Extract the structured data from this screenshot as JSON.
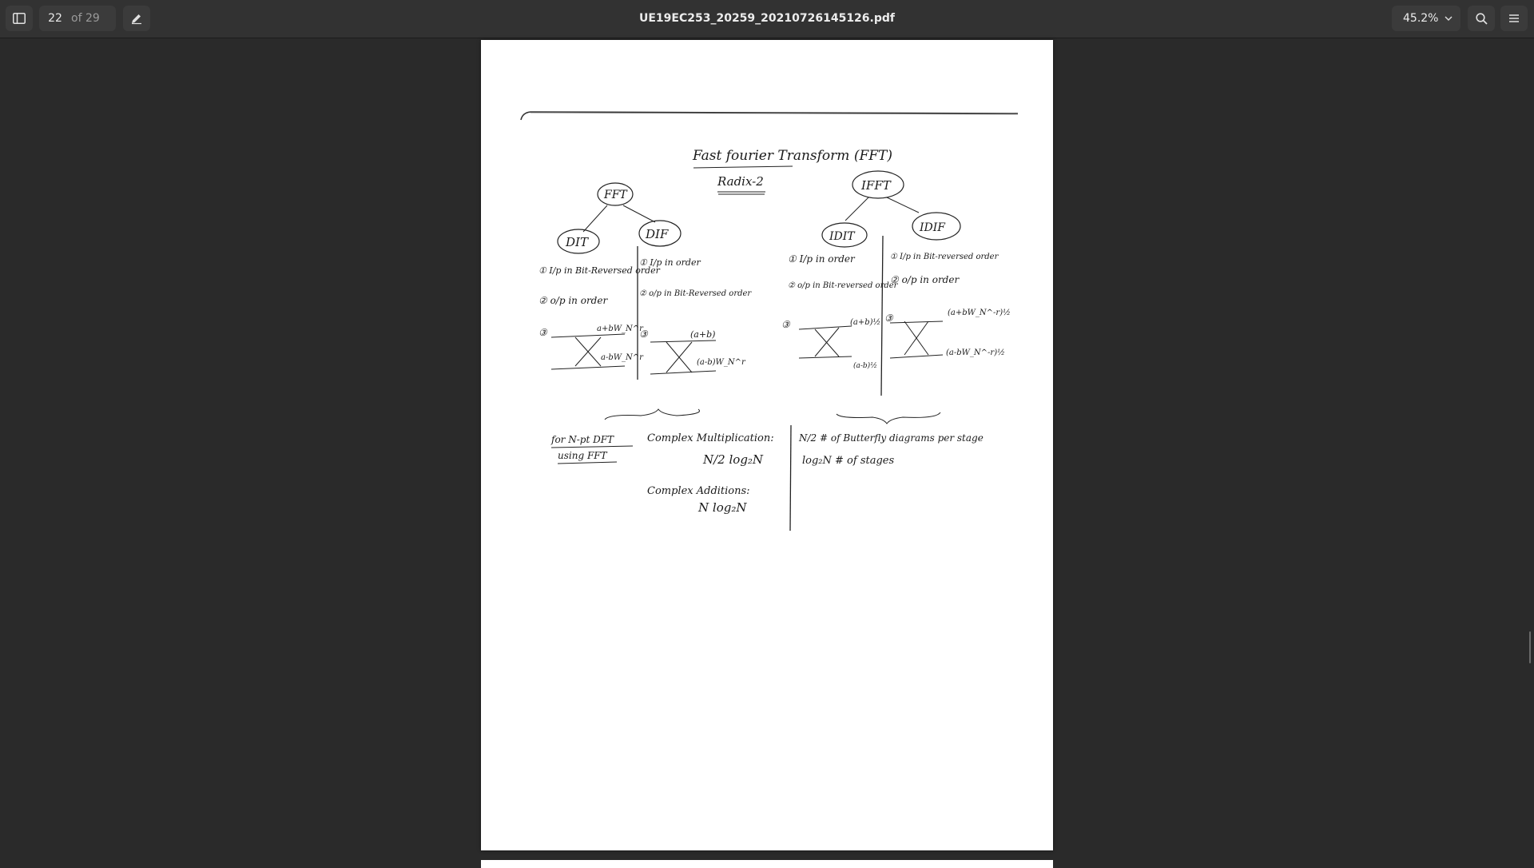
{
  "toolbar": {
    "sidebar_toggle_icon": "sidebar-toggle-icon",
    "current_page": "22",
    "page_total": "of 29",
    "annotate_icon": "pen-icon",
    "filename": "UE19EC253_20259_20210726145126.pdf",
    "zoom_level": "45.2%",
    "search_icon": "search-icon",
    "menu_icon": "hamburger-menu-icon"
  },
  "document": {
    "title_line1": "Fast fourier Transform (FFT)",
    "title_line2": "Radix-2",
    "left_tree": {
      "root": "FFT",
      "child_left": "DIT",
      "child_right": "DIF",
      "dit_notes": [
        "① I/p in Bit-Reversed order",
        "② o/p in order",
        "③"
      ],
      "dif_notes": [
        "① I/p in order",
        "② o/p in Bit-Reversed order",
        "③"
      ]
    },
    "right_tree": {
      "root": "IFFT",
      "child_left": "IDIT",
      "child_right": "IDIF",
      "idit_notes": [
        "① I/p in order",
        "② o/p in Bit-reversed order",
        "③"
      ],
      "idif_notes": [
        "① I/p in Bit-reversed order",
        "② o/p in order",
        "③"
      ]
    },
    "butterfly_labels": {
      "dit_top": "a+bW_N^r",
      "dit_bottom": "a-bW_N^r",
      "dif_top": "(a+b)",
      "dif_bottom": "(a-b)W_N^r",
      "idit_top": "(a+b)½",
      "idit_bottom": "(a-b)½",
      "idif_top": "(a+bW_N^-r)½",
      "idif_bottom": "(a-bW_N^-r)½"
    },
    "complexity": {
      "for_label": "for N-pt DFT",
      "using_label": "using FFT",
      "mult_label": "Complex Multiplication:",
      "mult_value": "N/2 log₂N",
      "add_label": "Complex Additions:",
      "add_value": "N log₂N",
      "butterflies_per_stage": "N/2 # of Butterfly diagrams per stage",
      "stages": "log₂N # of stages"
    }
  }
}
